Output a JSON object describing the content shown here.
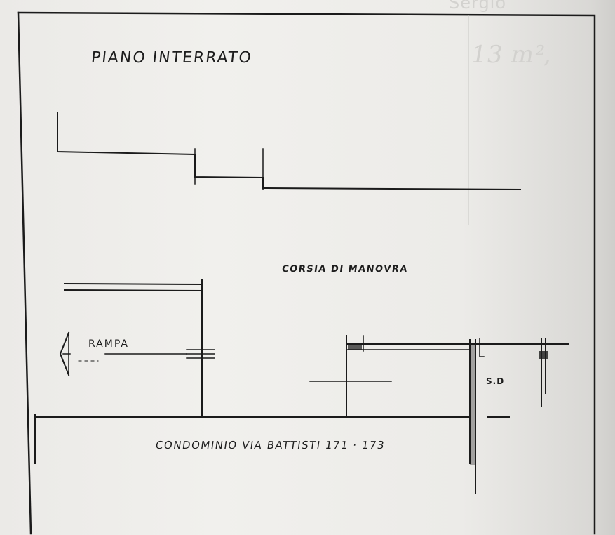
{
  "title": "PIANO INTERRATO",
  "labels": {
    "corsia": "CORSIA DI MANOVRA",
    "rampa": "RAMPA",
    "condominio": "CONDOMINIO VIA BATTISTI 171 · 173",
    "sd": "S.D"
  },
  "ghost_text": {
    "top": "Sergio",
    "area": "13 m²,"
  },
  "colors": {
    "ink": "#1b1b1b",
    "paper": "#efeeeb"
  },
  "icons": {
    "ramp_arrow": "arrow-left-icon"
  }
}
